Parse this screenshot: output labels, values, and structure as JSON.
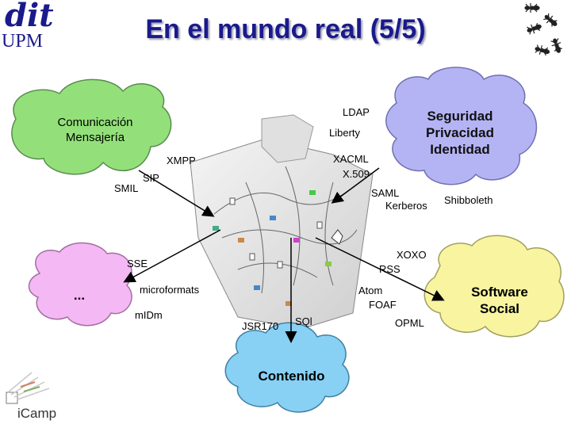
{
  "header": {
    "logo_dit": "dit",
    "logo_upm": "UPM",
    "title": "En el mundo real (5/5)"
  },
  "clouds": {
    "communication": [
      "Comunicación",
      "Mensajería"
    ],
    "security": [
      "Seguridad",
      "Privacidad",
      "Identidad"
    ],
    "ellipsis": "...",
    "social": [
      "Software",
      "Social"
    ],
    "content": "Contenido"
  },
  "labels": {
    "ldap": "LDAP",
    "liberty": "Liberty",
    "xacml": "XACML",
    "x509": "X.509",
    "saml": "SAML",
    "kerberos": "Kerberos",
    "shibboleth": "Shibboleth",
    "xmpp": "XMPP",
    "sip": "SIP",
    "smil": "SMIL",
    "sse": "SSE",
    "microformats": "microformats",
    "midm": "mIDm",
    "xoxo": "XOXO",
    "rss": "RSS",
    "atom": "Atom",
    "foaf": "FOAF",
    "opml": "OPML",
    "jsr170": "JSR170",
    "sql": "SQl"
  },
  "footer": {
    "icamp_logo": "iCamp"
  },
  "colors": {
    "title": "#1a1a8c",
    "cloud_green": "#93e07a",
    "cloud_purple": "#b4b4f5",
    "cloud_pink": "#f4b8f4",
    "cloud_yellow": "#f8f4a0",
    "cloud_blue": "#88d0f4"
  },
  "icons": [
    "ants-icon",
    "icamp-logo-icon",
    "network-map-icon"
  ]
}
